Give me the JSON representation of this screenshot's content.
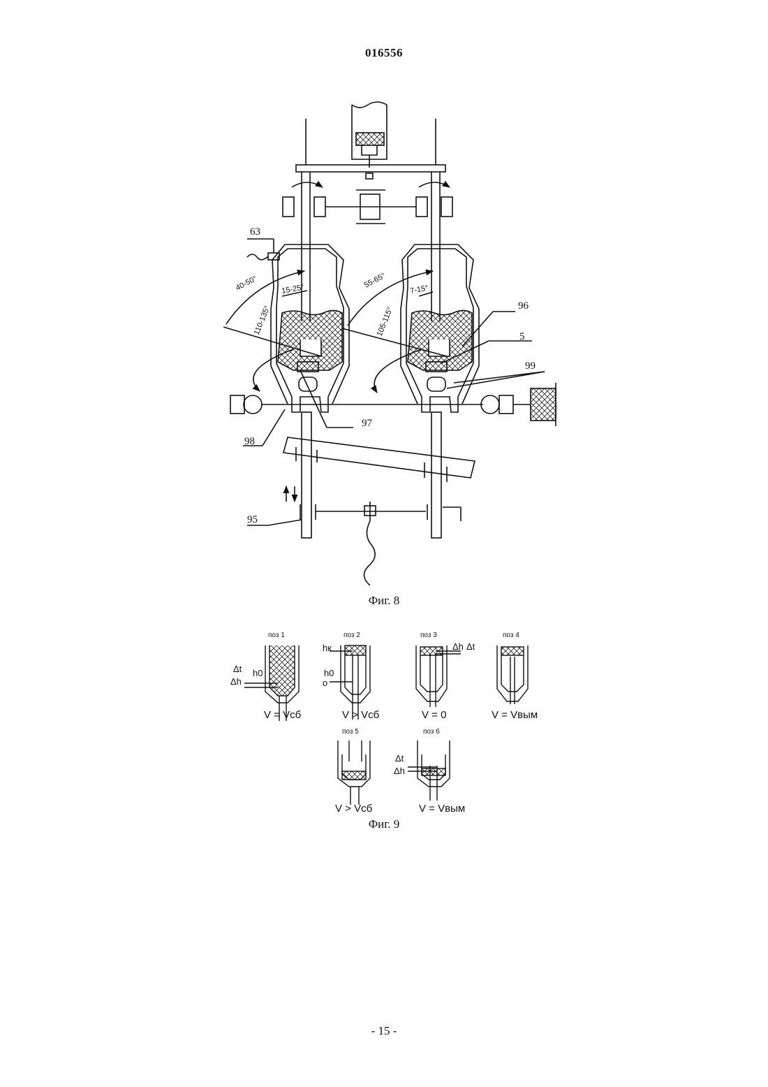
{
  "header": {
    "doc_number": "016556"
  },
  "footer": {
    "page": "- 15 -"
  },
  "fig8": {
    "caption": "Фиг. 8",
    "labels": {
      "l63": "63",
      "l96": "96",
      "l5": "5",
      "l99": "99",
      "l97": "97",
      "l98": "98",
      "l95": "95"
    },
    "angles": {
      "a1": "40-50°",
      "a2": "15-25°",
      "a3": "110-135°",
      "a4": "55-65°",
      "a5": "7-15°",
      "a6": "105-115°"
    }
  },
  "fig9": {
    "caption": "Фиг. 9",
    "positions": [
      {
        "title": "поз 1",
        "equation": "V = Vсб"
      },
      {
        "title": "поз 2",
        "equation": "V > Vсб"
      },
      {
        "title": "поз 3",
        "equation": "V = 0"
      },
      {
        "title": "поз 4",
        "equation": "V  = Vвым"
      },
      {
        "title": "поз 5",
        "equation": "V > Vсб"
      },
      {
        "title": "поз 6",
        "equation": "V  = Vвым"
      }
    ],
    "marks": {
      "dt": "Δt",
      "dh": "Δh",
      "h0": "h0",
      "o": "o",
      "hk": "hк"
    }
  }
}
